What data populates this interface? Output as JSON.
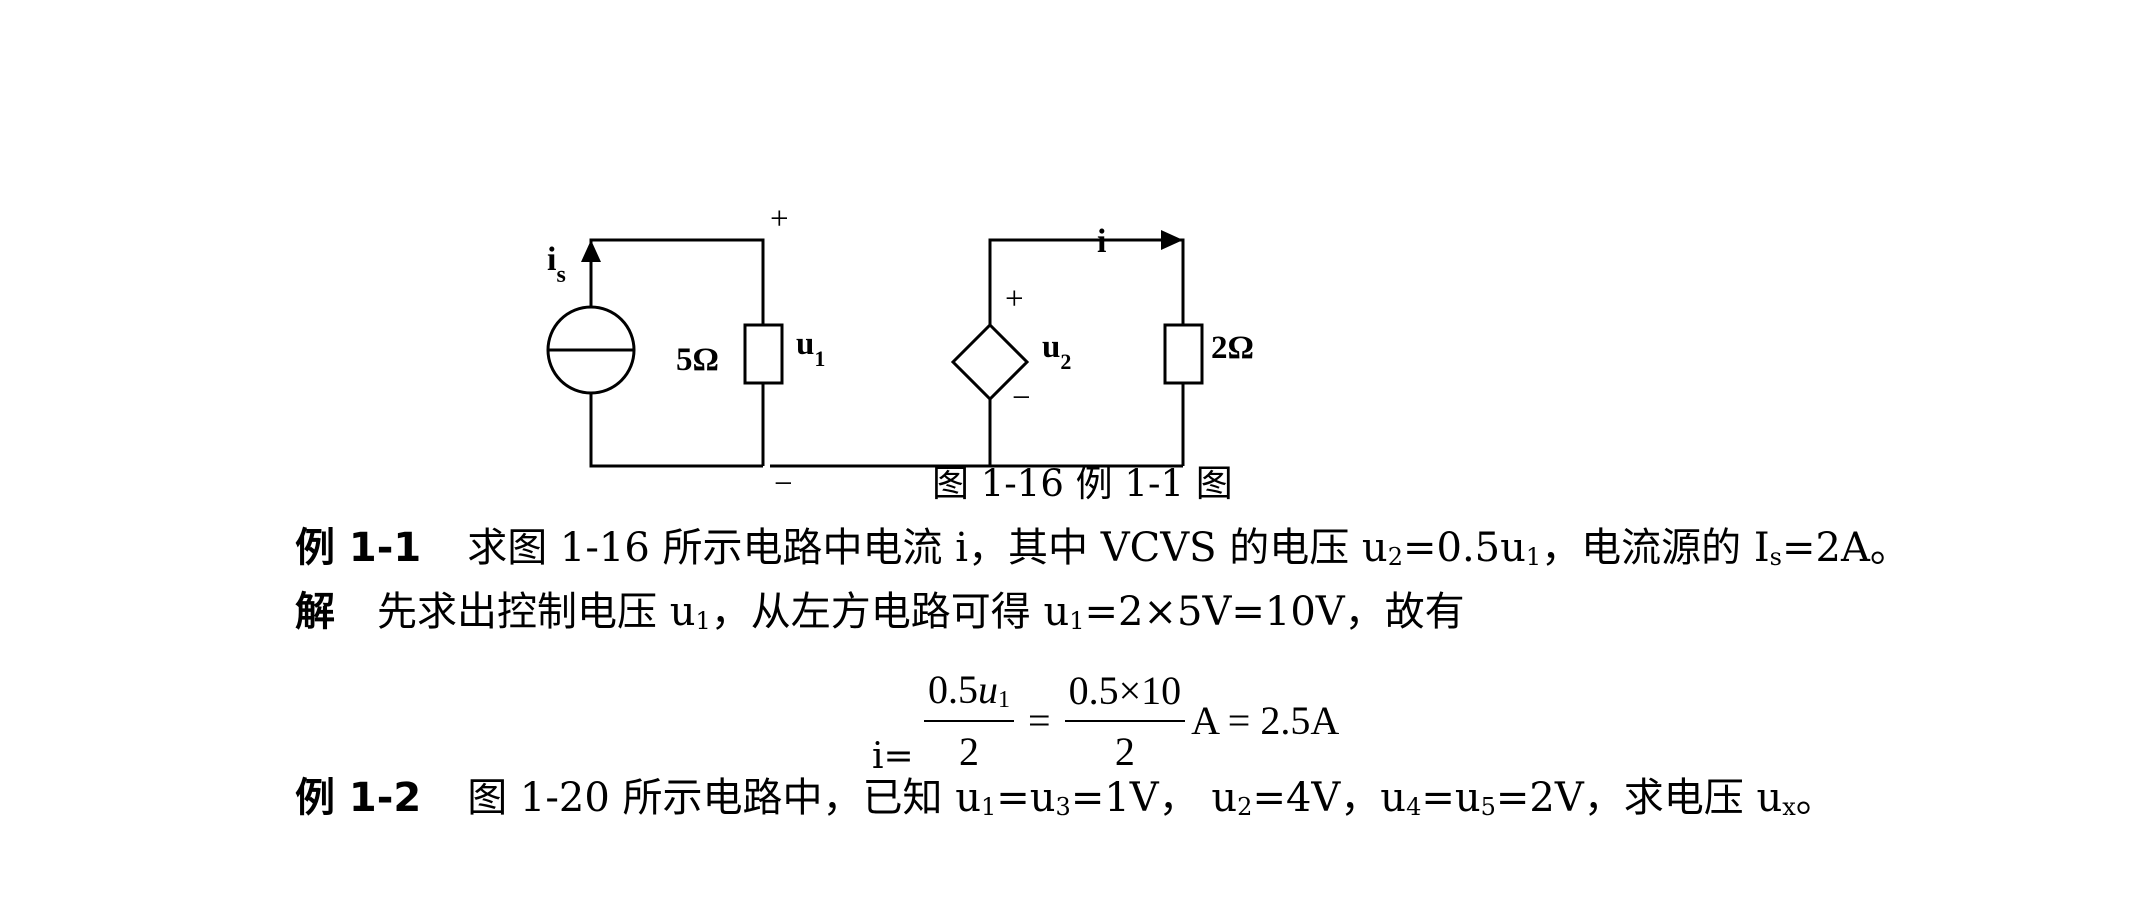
{
  "figure": {
    "labels": {
      "is_main": "i",
      "is_sub": "s",
      "r1": "5Ω",
      "u1_main": "u",
      "u1_sub": "1",
      "plus_top": "+",
      "minus_bottom": "−",
      "plus_src": "+",
      "minus_src": "−",
      "u2_main": "u",
      "u2_sub": "2",
      "current": "i",
      "r2": "2Ω"
    },
    "caption": "图 1-16   例 1-1 图"
  },
  "example1": {
    "lead": "例 1-1",
    "text_a": "求图 1-16 所示电路中电流 i，其中 VCVS 的电压 u",
    "sub_a": "2",
    "text_b": "=0.5u",
    "sub_b": "1",
    "text_c": "，电流源的 I",
    "sub_c": "s",
    "text_d": "=2A。"
  },
  "solution": {
    "lead": "解",
    "text_a": "先求出控制电压 u",
    "sub_a": "1",
    "text_b": "，从左方电路可得 u",
    "sub_b": "1",
    "text_c": "=2×5V=10V，故有"
  },
  "equation": {
    "lhs": "i=",
    "f1_num_a": "0.5",
    "f1_num_var": "u",
    "f1_num_sub": "1",
    "f1_den": "2",
    "eq1": "=",
    "f2_num": "0.5×10",
    "f2_den": "2",
    "tail": "A = 2.5A"
  },
  "example2": {
    "lead": "例 1-2",
    "text_a": "图 1-20 所示电路中，已知 u",
    "sub_a": "1",
    "text_b": "=u",
    "sub_b": "3",
    "text_c": "=1V，  u",
    "sub_c": "2",
    "text_d": "=4V，u",
    "sub_d": "4",
    "text_e": "=u",
    "sub_e": "5",
    "text_f": "=2V，求电压 u",
    "sub_f": "x",
    "text_g": "。"
  }
}
